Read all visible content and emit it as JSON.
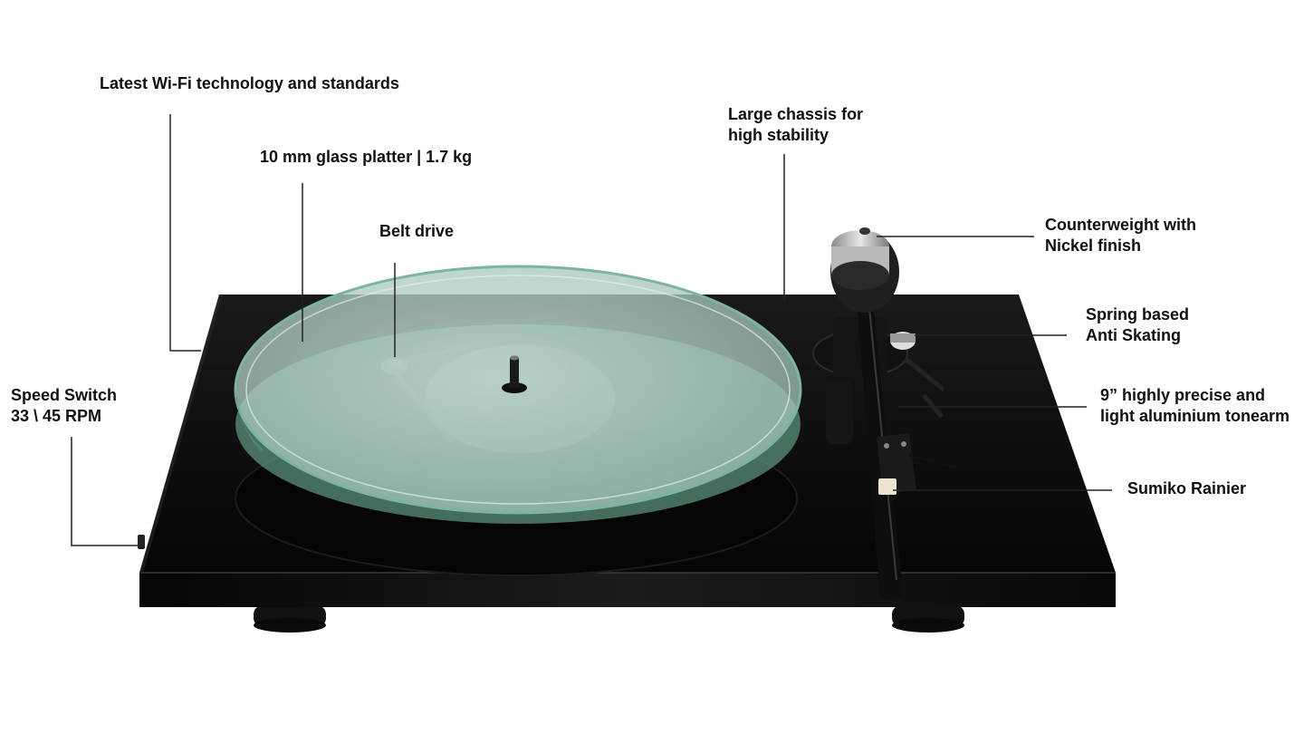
{
  "colors": {
    "background": "#ffffff",
    "text": "#111111",
    "leader_line": "#222222",
    "plinth": "#0b0b0c",
    "glass": "#9fc7b8",
    "glass_edge": "#6fae94"
  },
  "callouts": {
    "wifi": {
      "lines": [
        "Latest Wi-Fi technology and standards"
      ]
    },
    "platter": {
      "lines": [
        "10 mm glass platter | 1.7 kg"
      ]
    },
    "belt": {
      "lines": [
        "Belt drive"
      ]
    },
    "chassis": {
      "lines": [
        "Large chassis for",
        "high stability"
      ]
    },
    "counterweight": {
      "lines": [
        "Counterweight with",
        "Nickel finish"
      ]
    },
    "antiskating": {
      "lines": [
        "Spring based",
        "Anti Skating"
      ]
    },
    "tonearm": {
      "lines": [
        "9” highly precise and",
        "light aluminium tonearm"
      ]
    },
    "cartridge": {
      "lines": [
        "Sumiko Rainier"
      ]
    },
    "speed": {
      "lines": [
        "Speed Switch",
        "33 \\ 45 RPM"
      ]
    }
  }
}
